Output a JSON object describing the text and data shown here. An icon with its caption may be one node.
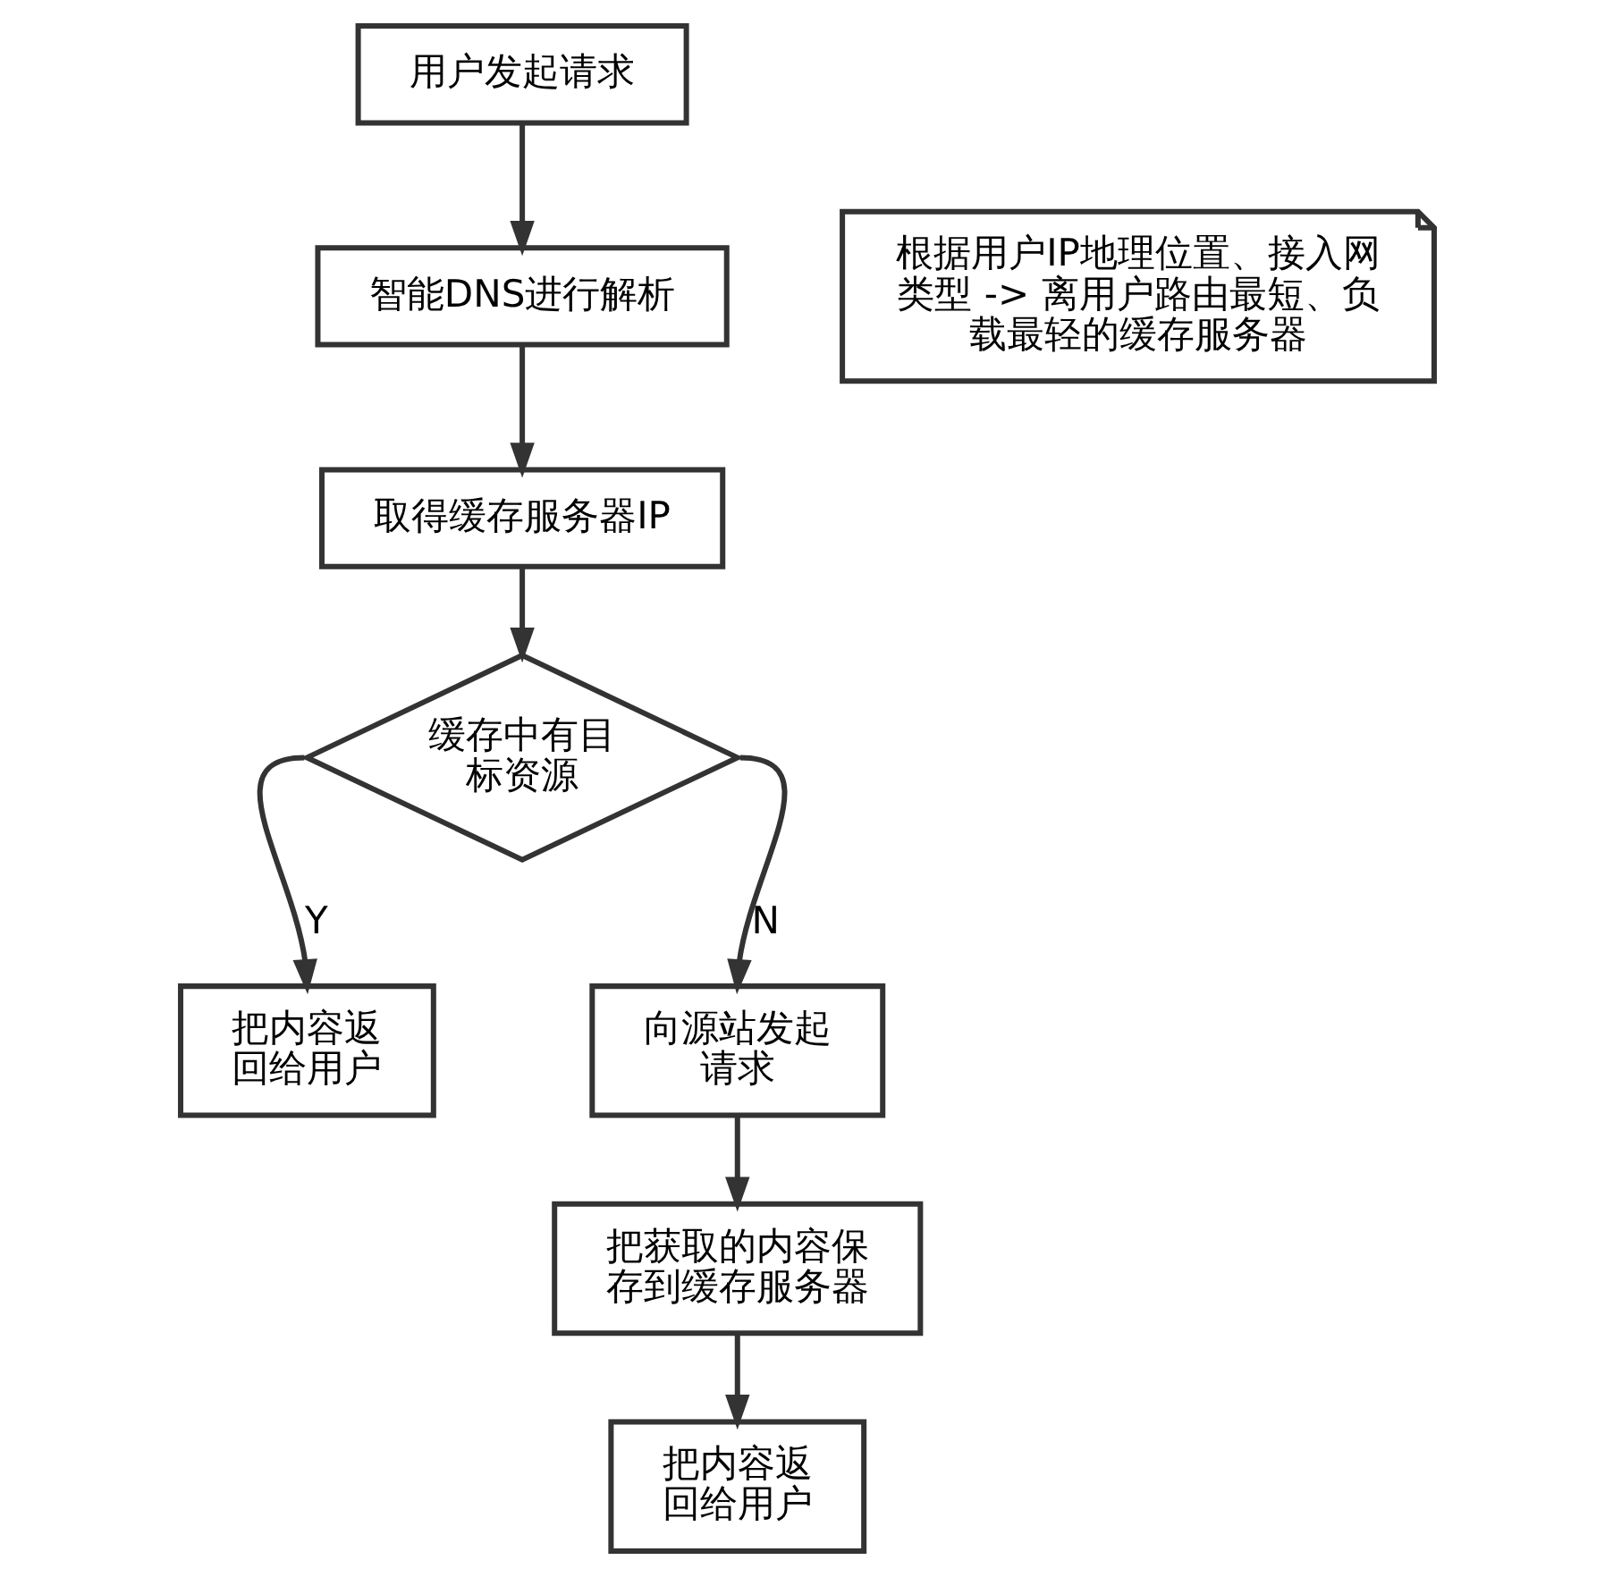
{
  "diagram": {
    "nodes": [
      {
        "text": [
          "用户发起请求"
        ]
      },
      {
        "text": [
          "根据用户IP地理位置、接入网类型 -> 离用户路由最短、负载最轻的缓存服务器"
        ]
      },
      {
        "text": [
          "智能DNS进行解析"
        ]
      },
      {
        "text": [
          "取得缓存服务器IP"
        ]
      },
      {
        "text": [
          "缓存中有目标资源"
        ]
      },
      {
        "text": [
          "把内容返回给用户"
        ]
      },
      {
        "text": [
          "向源站发起请求"
        ]
      },
      {
        "text": [
          "把获取的内容保存到缓存服务器"
        ]
      },
      {
        "text": [
          "把内容返回给用户"
        ]
      }
    ],
    "edges": [
      {
        "from": 0,
        "to": 2,
        "arrow": "to"
      },
      {
        "from": 2,
        "to": 3,
        "arrow": "to"
      },
      {
        "from": 3,
        "to": 4,
        "arrow": "to"
      },
      {
        "from": 4,
        "to": 5,
        "label": "Y",
        "arrow": "to"
      },
      {
        "from": 4,
        "to": 6,
        "label": "N",
        "arrow": "to"
      },
      {
        "from": 6,
        "to": 7,
        "arrow": "to"
      },
      {
        "from": 7,
        "to": 8,
        "arrow": "to"
      }
    ]
  }
}
